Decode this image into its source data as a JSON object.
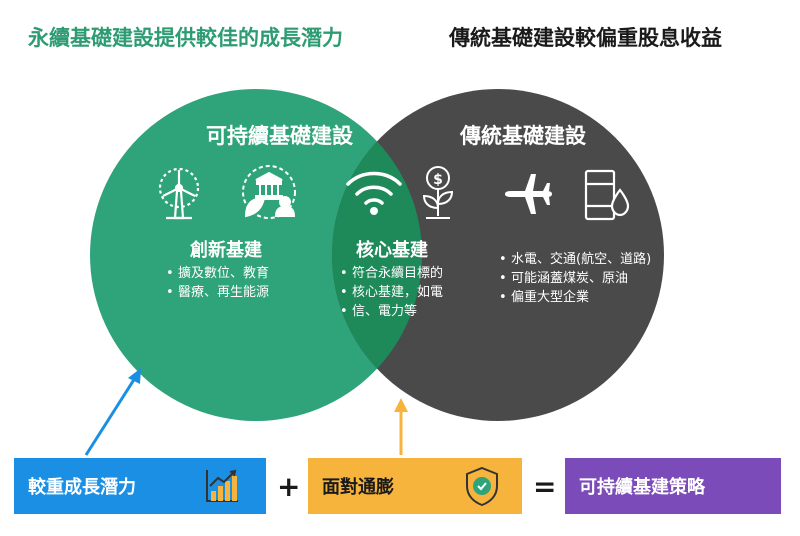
{
  "headings": {
    "left": "永續基礎建設提供較佳的成長潛力",
    "right": "傳統基礎建設較偏重股息收益"
  },
  "circles": {
    "sustainable": {
      "title": "可持續基礎建設",
      "color": "#2fa37a",
      "icons": [
        "wind-turbine-icon",
        "bank-leaf-person-icon"
      ]
    },
    "traditional": {
      "title": "傳統基礎建設",
      "color": "#4a4a4a",
      "icons": [
        "airplane-icon",
        "oil-barrel-icon"
      ]
    },
    "overlap_color": "#1e8a5a"
  },
  "sections": {
    "innovation": {
      "title": "創新基建",
      "bullets": [
        "擴及數位、教育",
        "醫療、再生能源"
      ]
    },
    "core": {
      "title": "核心基建",
      "bullets": [
        "符合永續目標的",
        "核心基建，如電",
        "信、電力等"
      ],
      "icons": [
        "wifi-icon",
        "money-plant-icon"
      ]
    },
    "traditional": {
      "bullets": [
        "水電、交通(航空、道路)",
        "可能涵蓋煤炭、原油",
        "偏重大型企業"
      ]
    }
  },
  "equation": {
    "growth": {
      "label": "較重成長潛力",
      "color": "#1a8fe3",
      "icon": "bar-chart-icon"
    },
    "plus": "+",
    "inflation": {
      "label": "面對通膨",
      "color": "#f6b43c",
      "icon": "shield-check-icon"
    },
    "equals": "=",
    "result": {
      "label": "可持續基建策略",
      "color": "#7b4bb9"
    }
  }
}
